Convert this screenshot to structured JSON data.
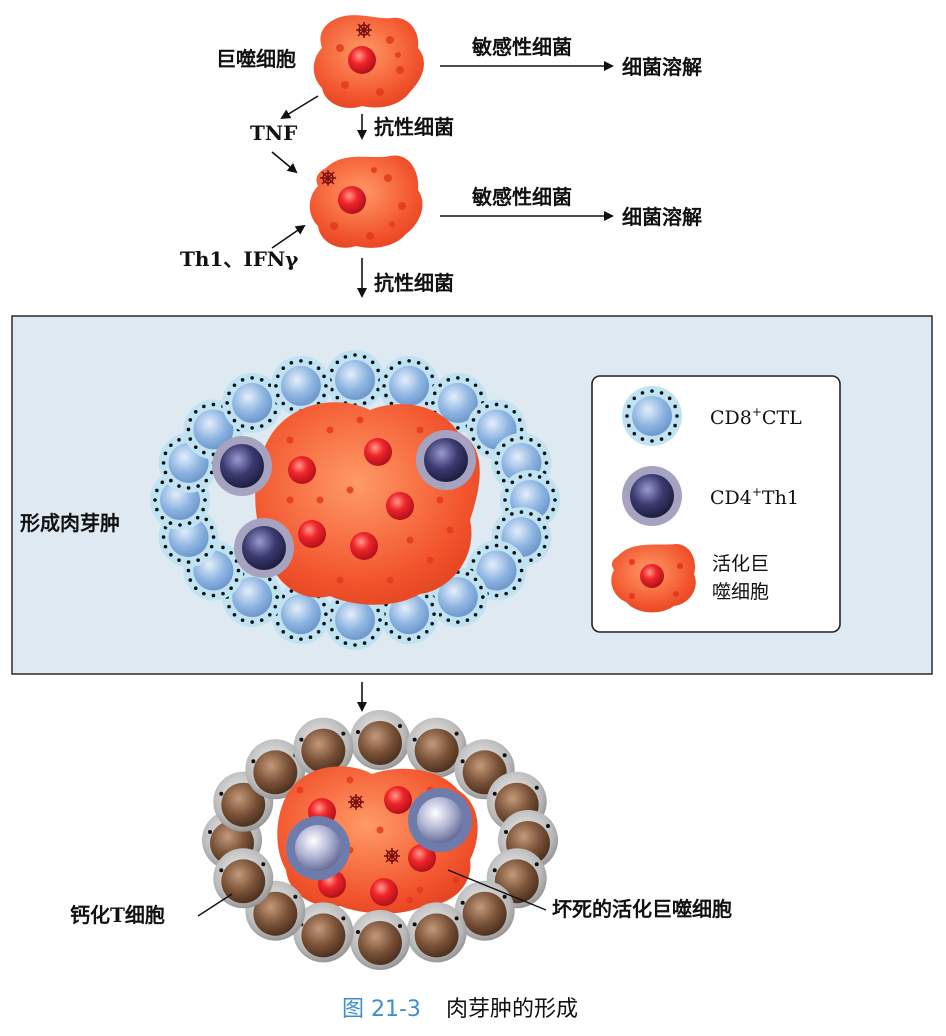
{
  "labels": {
    "macrophage": "巨噬细胞",
    "sensitive_bacteria_1": "敏感性细菌",
    "bacteria_lysis_1": "细菌溶解",
    "tnf": "TNF",
    "resistant_bacteria_1": "抗性细菌",
    "sensitive_bacteria_2": "敏感性细菌",
    "bacteria_lysis_2": "细菌溶解",
    "th1_ifn": "Th1、IFNγ",
    "resistant_bacteria_2": "抗性细菌",
    "form_granuloma": "形成肉芽肿",
    "calcified_t_cell": "钙化T细胞",
    "necrotic_macrophage": "坏死的活化巨噬细胞"
  },
  "legend": {
    "cd8_base": "CD8",
    "cd8_sup": "+",
    "cd8_rest": "CTL",
    "cd4_base": "CD4",
    "cd4_sup": "+",
    "cd4_rest": "Th1",
    "activated_line1": "活化巨",
    "activated_line2": "噬细胞"
  },
  "caption": {
    "number": "图 21-3",
    "title": "肉芽肿的形成"
  },
  "colors": {
    "macrophage": "#f2542d",
    "nucleus": "#e8202a",
    "panel_bg": "#dfe9f2",
    "ctl": "#9cc4e8",
    "th1": "#3b3a66",
    "calcified": "#7a5238",
    "caption_blue": "#3b8fd0"
  }
}
